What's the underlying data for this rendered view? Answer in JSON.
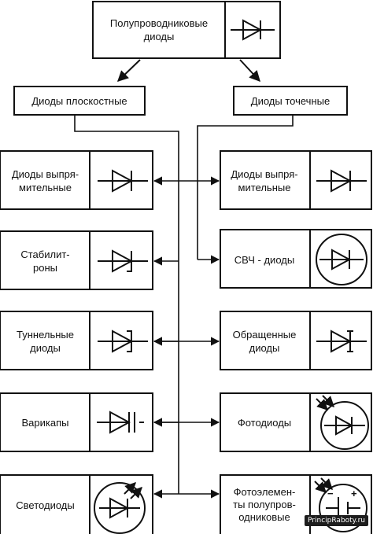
{
  "top": {
    "label": "Полупроводниковые\nдиоды",
    "symbol": "diode-icon"
  },
  "branches": {
    "left": "Диоды плоскостные",
    "right": "Диоды точечные"
  },
  "left_items": [
    {
      "label": "Диоды выпря-\nмительные",
      "symbol": "diode-icon"
    },
    {
      "label": "Стабилит-\nроны",
      "symbol": "zener-diode-icon"
    },
    {
      "label": "Туннельные\nдиоды",
      "symbol": "tunnel-diode-icon"
    },
    {
      "label": "Варикапы",
      "symbol": "varicap-icon"
    },
    {
      "label": "Светодиоды",
      "symbol": "led-icon"
    }
  ],
  "right_items": [
    {
      "label": "Диоды выпря-\nмительные",
      "symbol": "diode-icon"
    },
    {
      "label": "СВЧ - диоды",
      "symbol": "microwave-diode-icon"
    },
    {
      "label": "Обращенные\nдиоды",
      "symbol": "backward-diode-icon"
    },
    {
      "label": "Фотодиоды",
      "symbol": "photodiode-icon"
    },
    {
      "label": "Фотоэлемен-\nты полупров-\nодниковые",
      "symbol": "photocell-icon"
    }
  ],
  "watermark": "PrincipRaboty.ru"
}
